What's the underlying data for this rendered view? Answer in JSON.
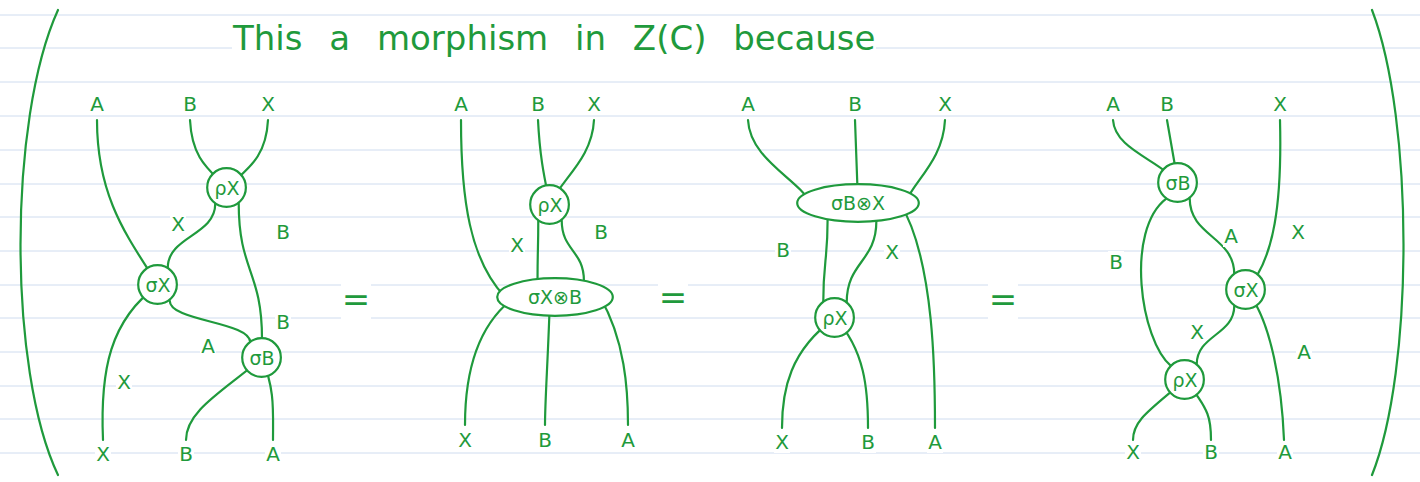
{
  "diagram": {
    "title": "This a morphism in Z(C) because",
    "nodes": [
      {
        "text": [
          "ρX"
        ]
      },
      {
        "text": [
          "σX"
        ]
      },
      {
        "text": [
          "σB"
        ]
      },
      {
        "text": [
          "ρX"
        ]
      },
      {
        "text": [
          "σX⊗B"
        ]
      },
      {
        "text": [
          "σB⊗X"
        ]
      },
      {
        "text": [
          "ρX"
        ]
      },
      {
        "text": [
          "σB"
        ]
      },
      {
        "text": [
          "σX"
        ]
      },
      {
        "text": [
          "ρX"
        ]
      }
    ],
    "edges": [
      {
        "from": 0,
        "to": 1,
        "label": "X",
        "arrow": "none"
      },
      {
        "from": 0,
        "to": 2,
        "label": "B",
        "arrow": "none"
      },
      {
        "from": 1,
        "to": 2,
        "label": "A",
        "arrow": "none"
      },
      {
        "from": 3,
        "to": 4,
        "label": "X",
        "arrow": "none"
      },
      {
        "from": 3,
        "to": 4,
        "label": "B",
        "arrow": "none"
      },
      {
        "from": 5,
        "to": 6,
        "label": "B",
        "arrow": "none"
      },
      {
        "from": 5,
        "to": 6,
        "label": "X",
        "arrow": "none"
      },
      {
        "from": 7,
        "to": 9,
        "label": "B",
        "arrow": "none"
      },
      {
        "from": 7,
        "to": 8,
        "label": "A",
        "arrow": "none"
      },
      {
        "from": 8,
        "to": 9,
        "label": "X",
        "arrow": "none"
      }
    ],
    "labels": [
      "A",
      "B",
      "X",
      "B",
      "X",
      "X",
      "B",
      "A",
      "=",
      "A",
      "B",
      "X",
      "X",
      "B",
      "A",
      "=",
      "A",
      "B",
      "X",
      "X",
      "B",
      "A",
      "=",
      "A",
      "B",
      "X",
      "X",
      "A",
      "X",
      "B",
      "A"
    ]
  }
}
